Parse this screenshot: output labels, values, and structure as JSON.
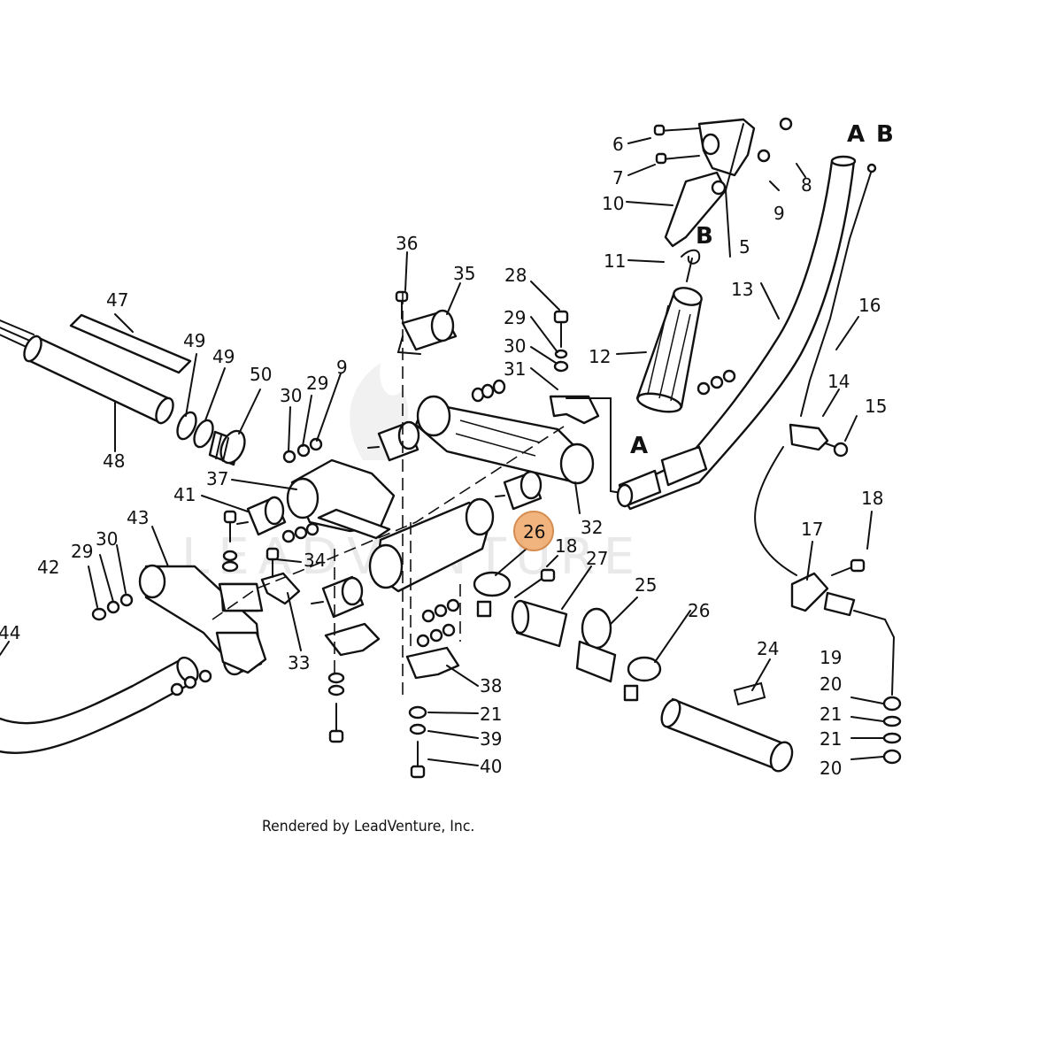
{
  "watermark": "LEADVENTURE",
  "credit": "Rendered by LeadVenture, Inc.",
  "highlight": {
    "label": "26",
    "color": "#f0a868"
  },
  "letters": [
    "A",
    "B",
    "B",
    "A"
  ],
  "callouts": [
    "6",
    "7",
    "10",
    "11",
    "12",
    "13",
    "5",
    "8",
    "9",
    "16",
    "14",
    "15",
    "18",
    "17",
    "19",
    "20",
    "21",
    "21",
    "20",
    "24",
    "26",
    "25",
    "27",
    "18",
    "36",
    "35",
    "28",
    "29",
    "30",
    "31",
    "32",
    "47",
    "49",
    "49",
    "50",
    "48",
    "30",
    "29",
    "9",
    "37",
    "41",
    "43",
    "29",
    "30",
    "42",
    "34",
    "33",
    "38",
    "21",
    "39",
    "40",
    "44"
  ]
}
